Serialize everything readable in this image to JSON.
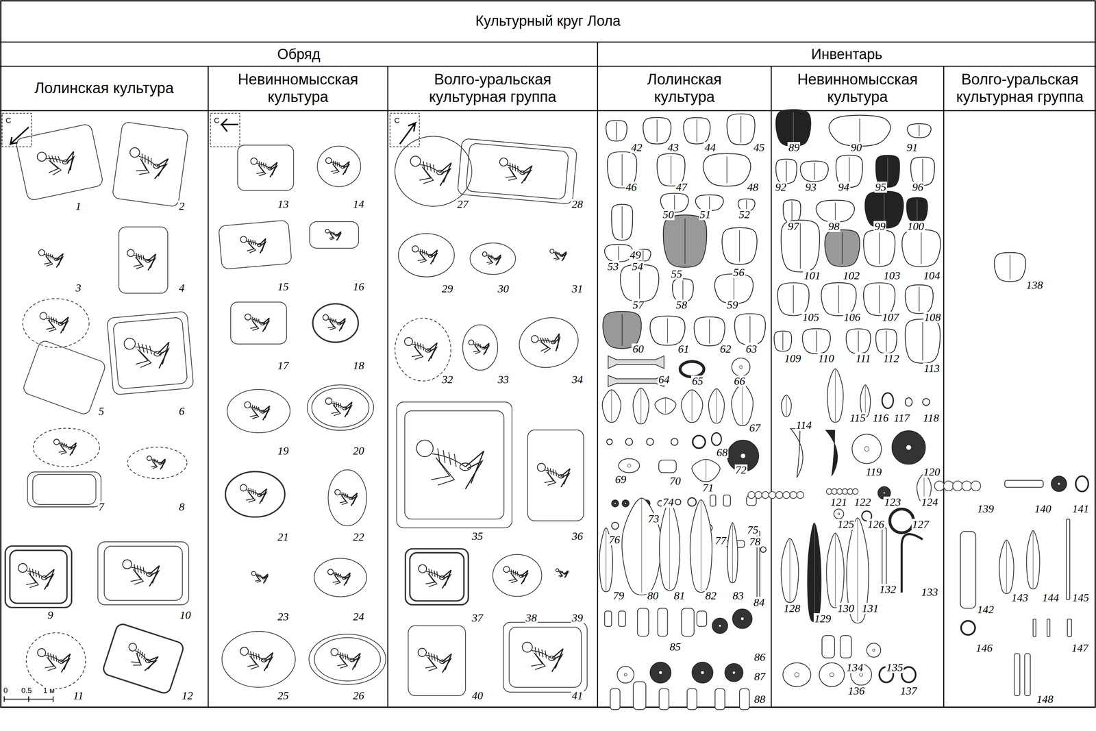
{
  "diagram": {
    "nodes": [
      {
        "text": [
          "Культурный круг Лола"
        ]
      },
      {
        "text": [
          "Обряд"
        ]
      },
      {
        "text": [
          "Инвентарь"
        ]
      },
      {
        "text": [
          "Лолинская культура"
        ]
      },
      {
        "text": [
          "Невинномысская культура"
        ]
      },
      {
        "text": [
          "Волго-уральская культурная группа"
        ]
      },
      {
        "text": [
          "Лолинская культура"
        ]
      },
      {
        "text": [
          "Невинномысская культура"
        ]
      },
      {
        "text": [
          "Волго-уральская культурная группа"
        ]
      }
    ],
    "labels": [
      "С",
      "С",
      "С",
      "1",
      "2",
      "3",
      "4",
      "5",
      "6",
      "7",
      "8",
      "9",
      "10",
      "11",
      "12",
      "13",
      "14",
      "15",
      "16",
      "17",
      "18",
      "19",
      "20",
      "21",
      "22",
      "23",
      "24",
      "25",
      "26",
      "27",
      "28",
      "29",
      "30",
      "31",
      "32",
      "33",
      "34",
      "35",
      "36",
      "37",
      "38",
      "39",
      "40",
      "41",
      "42",
      "43",
      "44",
      "45",
      "46",
      "47",
      "48",
      "49",
      "50",
      "51",
      "52",
      "53",
      "54",
      "55",
      "56",
      "57",
      "58",
      "59",
      "60",
      "61",
      "62",
      "63",
      "64",
      "65",
      "66",
      "67",
      "68",
      "69",
      "70",
      "71",
      "72",
      "73",
      "74",
      "75",
      "76",
      "77",
      "78",
      "79",
      "80",
      "81",
      "82",
      "83",
      "84",
      "85",
      "86",
      "87",
      "88",
      "89",
      "90",
      "91",
      "92",
      "93",
      "94",
      "95",
      "96",
      "97",
      "98",
      "99",
      "100",
      "101",
      "102",
      "103",
      "104",
      "105",
      "106",
      "107",
      "108",
      "109",
      "110",
      "111",
      "112",
      "113",
      "114",
      "115",
      "116",
      "117",
      "118",
      "119",
      "120",
      "121",
      "122",
      "123",
      "124",
      "125",
      "126",
      "127",
      "128",
      "129",
      "130",
      "131",
      "132",
      "133",
      "134",
      "135",
      "136",
      "137",
      "138",
      "139",
      "140",
      "141",
      "142",
      "143",
      "144",
      "145",
      "146",
      "147",
      "148",
      "0",
      "0.5",
      "1 м"
    ]
  }
}
